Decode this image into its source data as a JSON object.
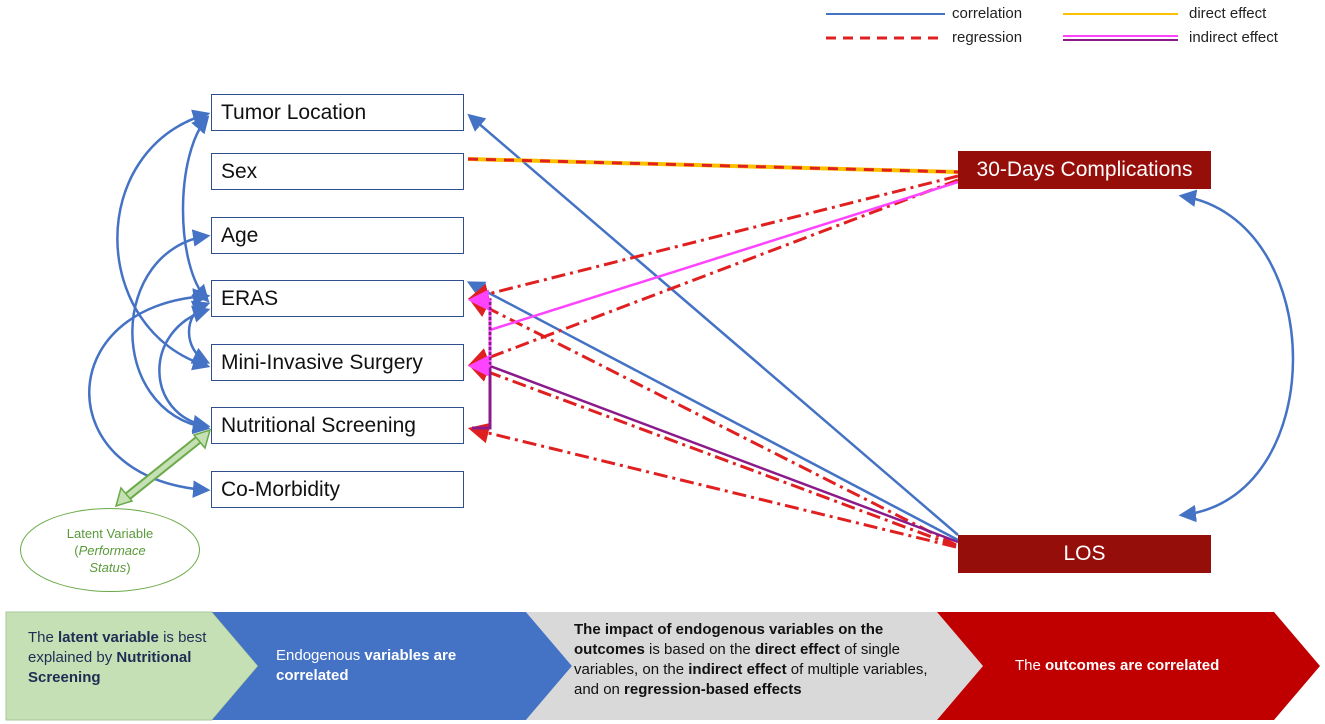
{
  "legend": {
    "correlation": "correlation",
    "regression": "regression",
    "direct_effect": "direct effect",
    "indirect_effect": "indirect effect"
  },
  "variables": {
    "tumor_location": "Tumor Location",
    "sex": "Sex",
    "age": "Age",
    "eras": "ERAS",
    "mini_invasive_surgery": "Mini-Invasive Surgery",
    "nutritional_screening": "Nutritional Screening",
    "co_morbidity": "Co-Morbidity"
  },
  "outcomes": {
    "complications": "30-Days Complications",
    "los": "LOS"
  },
  "latent": {
    "line1": "Latent Variable",
    "line2_open": "(",
    "line2_italic": "Performace",
    "line3_italic": "Status",
    "line3_close": ")"
  },
  "band": {
    "s1": {
      "p1": "The ",
      "b1": "latent variable",
      "p2": " is best explained by ",
      "b2": "Nutritional Screening"
    },
    "s2": {
      "p1": "Endogenous ",
      "b1": "variables are correlated"
    },
    "s3": {
      "b1": "The impact of endogenous variables on the outcomes",
      "p1": " is based on the ",
      "b2": "direct effect",
      "p2": " of single variables, on the ",
      "b3": "indirect effect",
      "p3": " of multiple variables, and on ",
      "b4": "regression-based effects"
    },
    "s4": {
      "p1": "The ",
      "b1": "outcomes are correlated"
    }
  },
  "colors": {
    "correlation": "#4472c4",
    "regression": "#e02020",
    "direct_effect": "#ffc000",
    "indirect_effect_a": "#ff44ff",
    "indirect_effect_b": "#8b1a8b",
    "outcome_fill": "#960e0a",
    "latent_green": "#6aaa48",
    "band_green": "#c5e0b4",
    "band_blue": "#4472c4",
    "band_gray": "#d9d9d9",
    "band_red": "#c00000"
  }
}
